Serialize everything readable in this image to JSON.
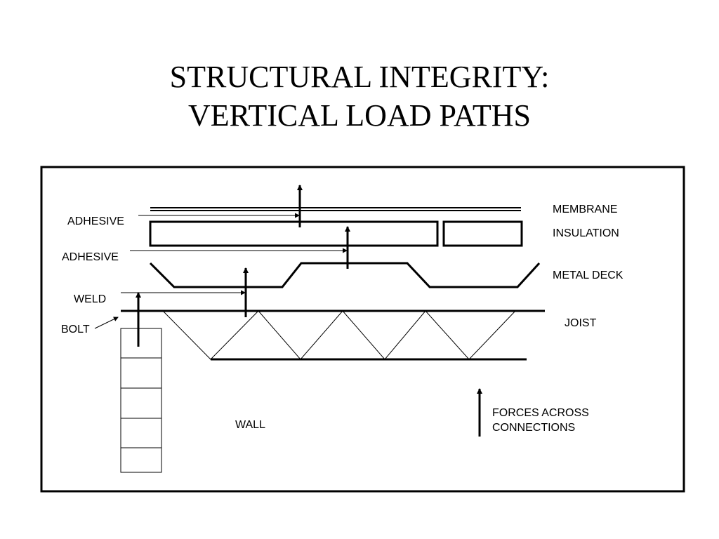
{
  "slide": {
    "title_line1": "STRUCTURAL INTEGRITY:",
    "title_line2": "VERTICAL LOAD PATHS"
  },
  "diagram": {
    "labels": {
      "membrane": "MEMBRANE",
      "insulation": "INSULATION",
      "metal_deck": "METAL DECK",
      "joist": "JOIST",
      "adhesive_top": "ADHESIVE",
      "adhesive_bottom": "ADHESIVE",
      "weld": "WELD",
      "bolt": "BOLT",
      "wall": "WALL",
      "legend_line1": "FORCES ACROSS",
      "legend_line2": "CONNECTIONS"
    }
  }
}
